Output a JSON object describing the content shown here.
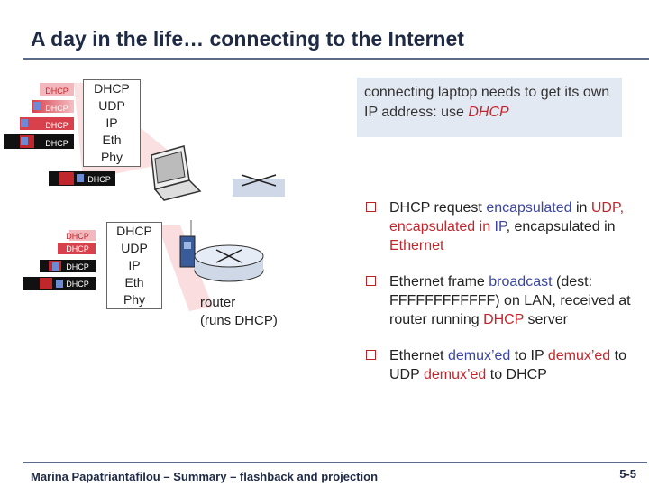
{
  "title": "A day in the life… connecting to the Internet",
  "stack_labels": [
    "DHCP",
    "UDP",
    "IP",
    "Eth",
    "Phy"
  ],
  "packet_label": "DHCP",
  "callout": {
    "text_before": "connecting laptop needs to get its own IP address: use ",
    "highlight": "DHCP"
  },
  "router_label": {
    "line1": "router",
    "line2": "(runs DHCP)"
  },
  "bullets": [
    [
      {
        "t": "DHCP request ",
        "c": ""
      },
      {
        "t": "encapsulated",
        "c": "blue"
      },
      {
        "t": " in ",
        "c": ""
      },
      {
        "t": "UDP",
        "c": "red"
      },
      {
        "t": ", encapsulated in ",
        "c": "red"
      },
      {
        "t": "IP",
        "c": "blue"
      },
      {
        "t": ", encapsulated in ",
        "c": ""
      },
      {
        "t": "Ethernet",
        "c": "red"
      }
    ],
    [
      {
        "t": "Ethernet frame ",
        "c": ""
      },
      {
        "t": "broadcast",
        "c": "blue"
      },
      {
        "t": " (dest: FFFFFFFFFFFF) on LAN, received at router running ",
        "c": ""
      },
      {
        "t": "DHCP",
        "c": "red"
      },
      {
        "t": " server",
        "c": ""
      }
    ],
    [
      {
        "t": "Ethernet ",
        "c": ""
      },
      {
        "t": "demux’ed",
        "c": "blue"
      },
      {
        "t": " to IP ",
        "c": ""
      },
      {
        "t": "demux’ed",
        "c": "red"
      },
      {
        "t": " to UDP ",
        "c": ""
      },
      {
        "t": "demux’ed",
        "c": "red"
      },
      {
        "t": " to DHCP",
        "c": ""
      }
    ]
  ],
  "footer": "Marina Papatriantafilou –  Summary – flashback and projection",
  "page_number": "5-5",
  "colors": {
    "accent_red": "#c0272d",
    "accent_blue": "#3a45a0",
    "title": "#1f2a44",
    "callout_bg": "#e3e9f2"
  }
}
